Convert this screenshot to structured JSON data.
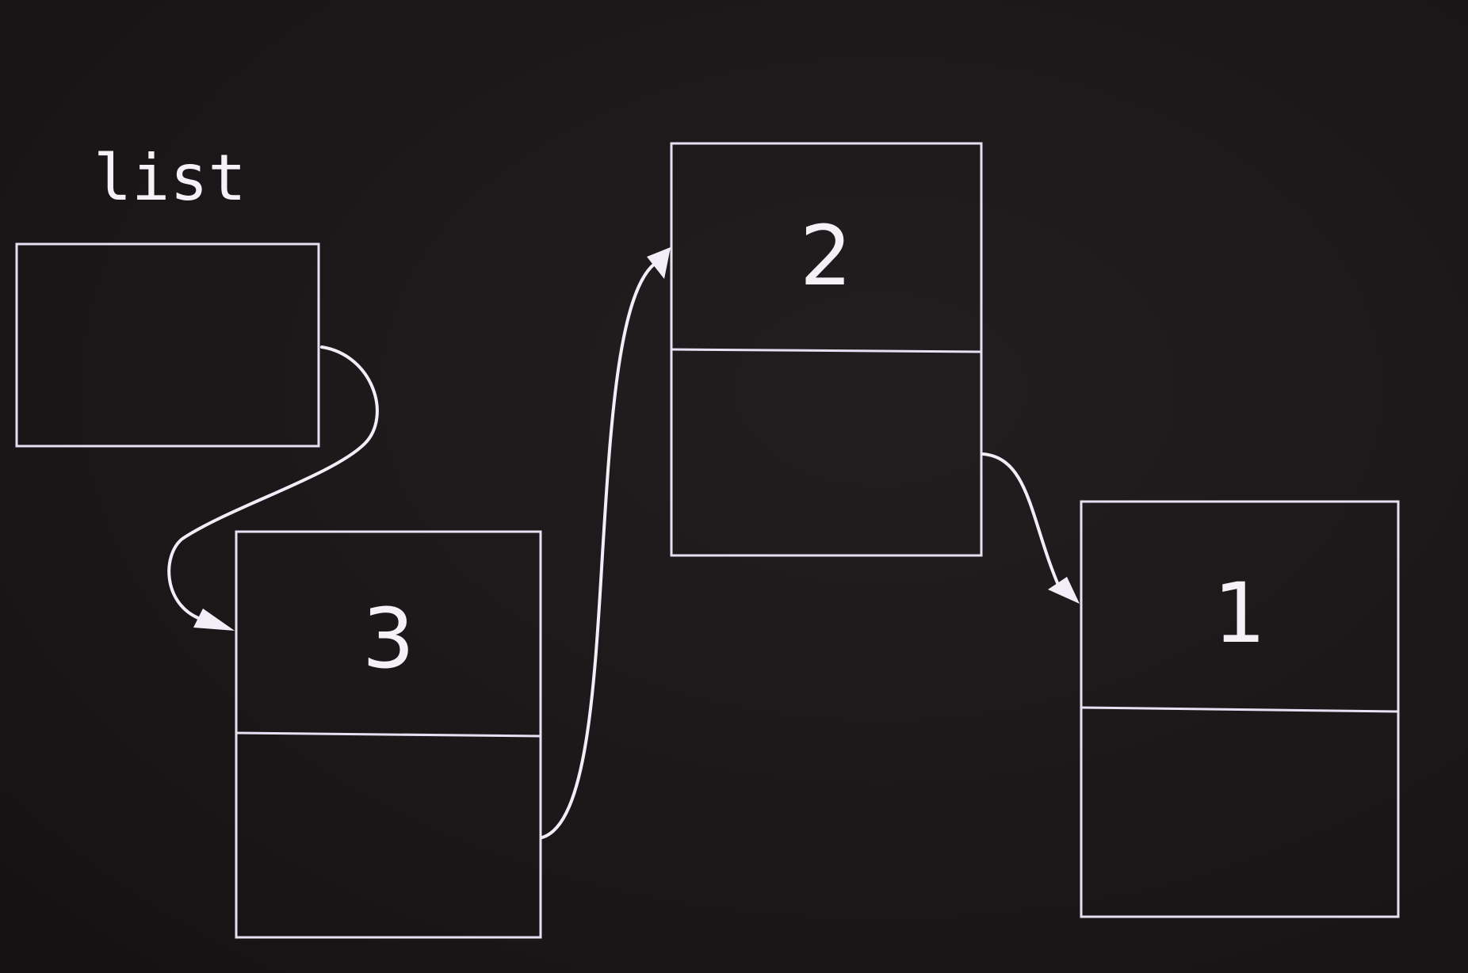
{
  "pointer": {
    "label": "list"
  },
  "nodes": [
    {
      "value": "3"
    },
    {
      "value": "2"
    },
    {
      "value": "1"
    }
  ],
  "colors": {
    "background": "#1a1618",
    "stroke": "#e6e1f2",
    "text": "#f4f1f7"
  }
}
